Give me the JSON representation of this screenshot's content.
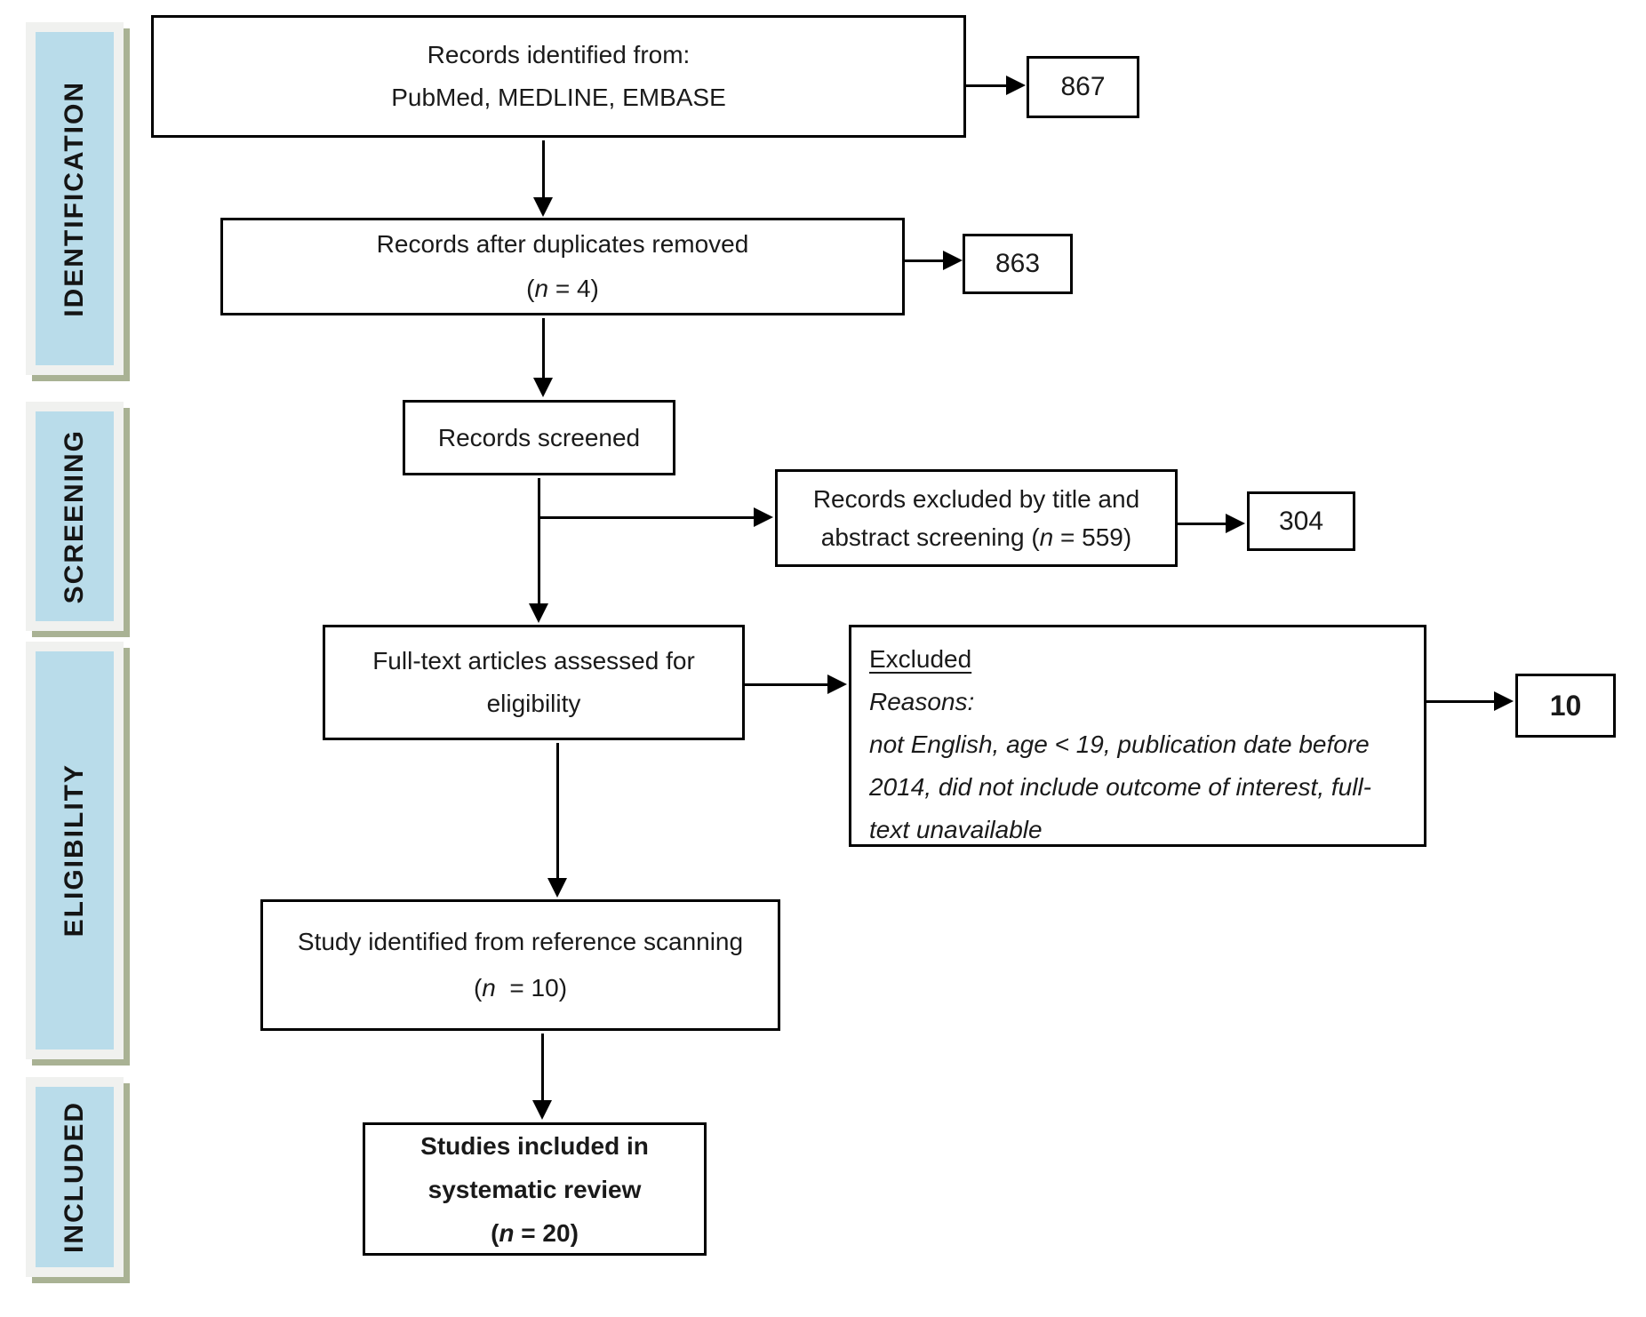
{
  "stages": [
    {
      "label": "IDENTIFICATION"
    },
    {
      "label": "SCREENING"
    },
    {
      "label": "ELIGIBILITY"
    },
    {
      "label": "INCLUDED"
    }
  ],
  "boxes": {
    "records_identified": {
      "line1": "Records identified from:",
      "line2": "PubMed, MEDLINE, EMBASE"
    },
    "identified_count": "867",
    "after_duplicates": {
      "line1": "Records after duplicates removed",
      "n_open": "(",
      "n_var": "n",
      "n_rest": " = 4)"
    },
    "after_duplicates_count": "863",
    "records_screened": {
      "line1": "Records screened"
    },
    "excluded_title_abstract": {
      "line1": "Records excluded by title and",
      "line2_pre": "abstract screening (",
      "n_var": "n",
      "line2_post": " = 559)"
    },
    "excluded_title_abstract_count": "304",
    "fulltext_assessed": {
      "line1": "Full-text articles assessed for",
      "line2": "eligibility"
    },
    "excluded_reasons": {
      "heading": "Excluded",
      "subheading": "Reasons:",
      "body": "not English, age < 19, publication date before 2014, did not include outcome of interest, full-text unavailable"
    },
    "excluded_reasons_count": "10",
    "reference_scanning": {
      "line1": "Study identified from reference scanning",
      "n_open": "(",
      "n_var": "n",
      "n_rest": "  = 10)"
    },
    "included_review": {
      "line1": "Studies included in",
      "line2": "systematic review",
      "n_open": "(",
      "n_var": "n",
      "n_rest": " = 20)"
    }
  },
  "colors": {
    "stage_fill": "#b9dcea",
    "stage_shadow": "#a9b294",
    "box_border": "#000000"
  }
}
